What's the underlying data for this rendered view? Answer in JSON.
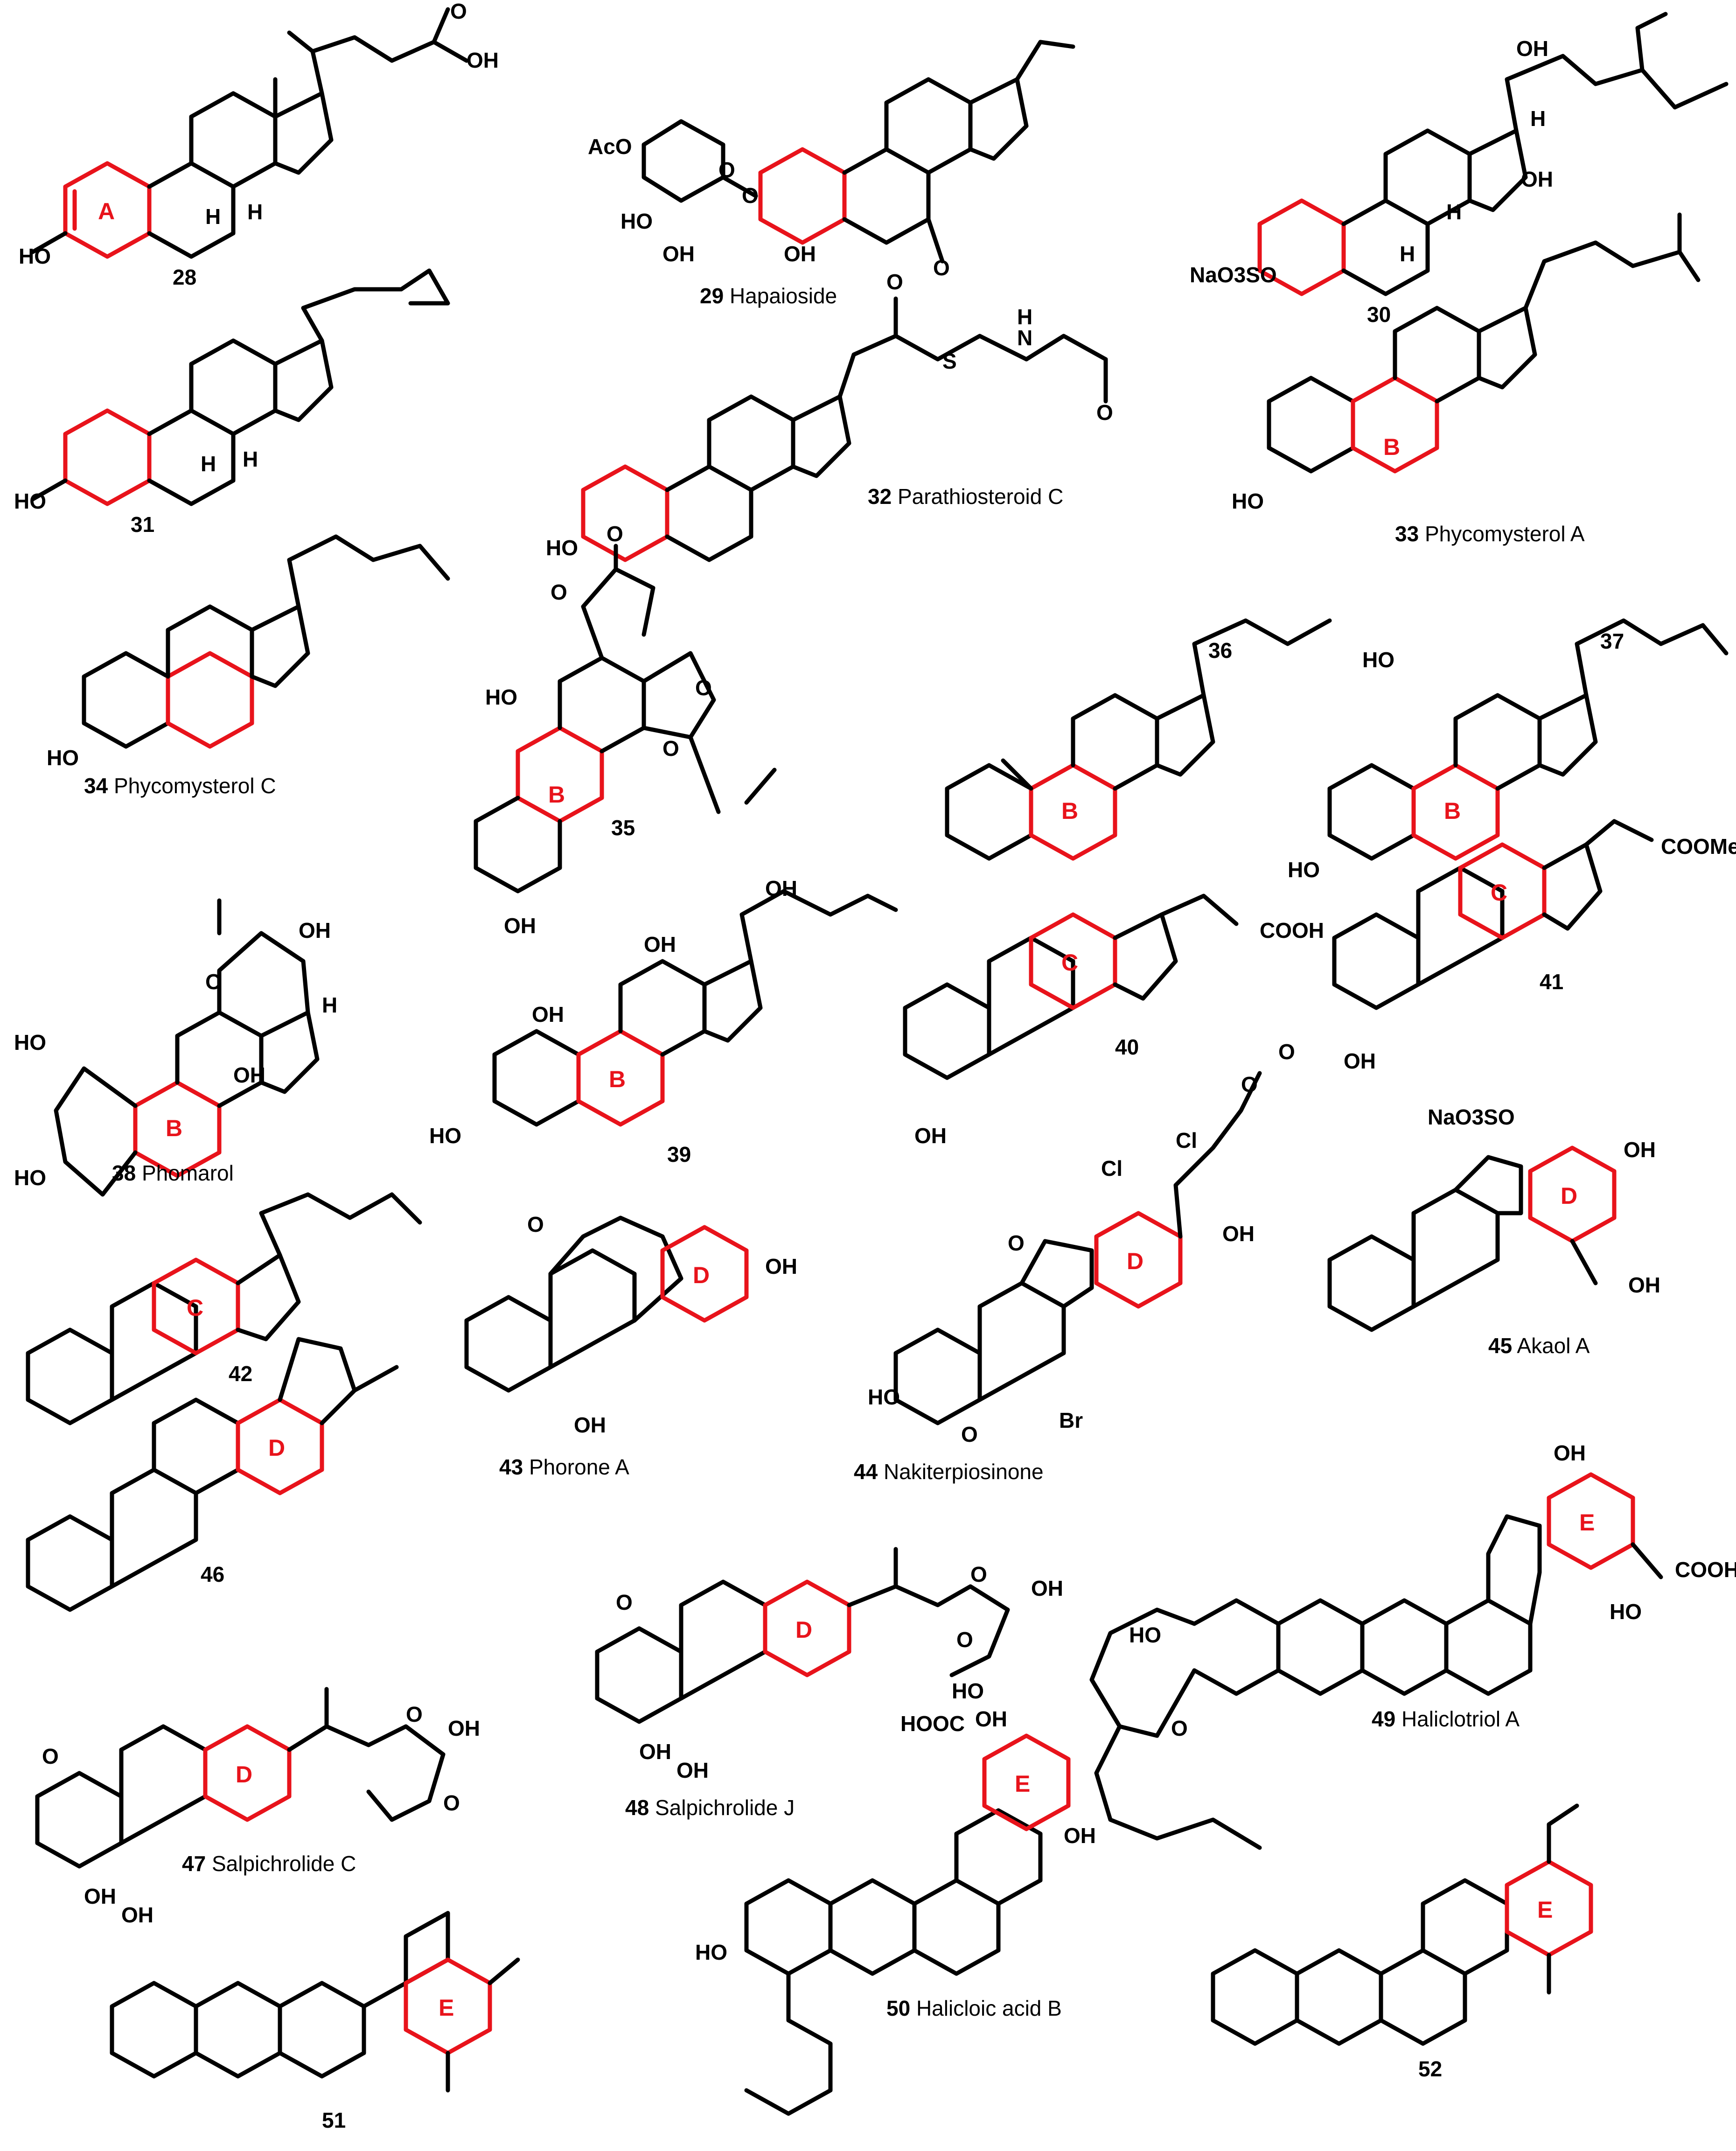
{
  "compounds": [
    {
      "num": "28",
      "name": "",
      "ring": "A"
    },
    {
      "num": "29",
      "name": "Hapaioside",
      "ring": ""
    },
    {
      "num": "30",
      "name": "",
      "ring": ""
    },
    {
      "num": "31",
      "name": "",
      "ring": ""
    },
    {
      "num": "32",
      "name": "Parathiosteroid C",
      "ring": ""
    },
    {
      "num": "33",
      "name": "Phycomysterol A",
      "ring": "B"
    },
    {
      "num": "34",
      "name": "Phycomysterol C",
      "ring": ""
    },
    {
      "num": "35",
      "name": "",
      "ring": "B"
    },
    {
      "num": "36",
      "name": "",
      "ring": "B"
    },
    {
      "num": "37",
      "name": "",
      "ring": "B"
    },
    {
      "num": "38",
      "name": "Phomarol",
      "ring": "B"
    },
    {
      "num": "39",
      "name": "",
      "ring": "B"
    },
    {
      "num": "40",
      "name": "",
      "ring": "C"
    },
    {
      "num": "41",
      "name": "",
      "ring": "C"
    },
    {
      "num": "42",
      "name": "",
      "ring": "C"
    },
    {
      "num": "43",
      "name": "Phorone A",
      "ring": "D"
    },
    {
      "num": "44",
      "name": "Nakiterpiosinone",
      "ring": "D"
    },
    {
      "num": "45",
      "name": "Akaol A",
      "ring": "D"
    },
    {
      "num": "46",
      "name": "",
      "ring": "D"
    },
    {
      "num": "47",
      "name": "Salpichrolide C",
      "ring": "D"
    },
    {
      "num": "48",
      "name": "Salpichrolide J",
      "ring": "D"
    },
    {
      "num": "49",
      "name": "Haliclotriol A",
      "ring": "E"
    },
    {
      "num": "50",
      "name": "Halicloic acid B",
      "ring": "E"
    },
    {
      "num": "51",
      "name": "",
      "ring": "E"
    },
    {
      "num": "52",
      "name": "",
      "ring": "E"
    }
  ],
  "atom_labels": {
    "oh": "OH",
    "ho": "HO",
    "h": "H",
    "o": "O",
    "s": "S",
    "n": "N",
    "h_n": "H",
    "br": "Br",
    "cl": "Cl",
    "aco": "AcO",
    "cooh": "COOH",
    "hooc": "HOOC",
    "coome": "COOMe",
    "naso3so": "NaO3SO"
  },
  "colors": {
    "highlight": "#e8131b",
    "bond": "#000000",
    "background": "#ffffff"
  }
}
